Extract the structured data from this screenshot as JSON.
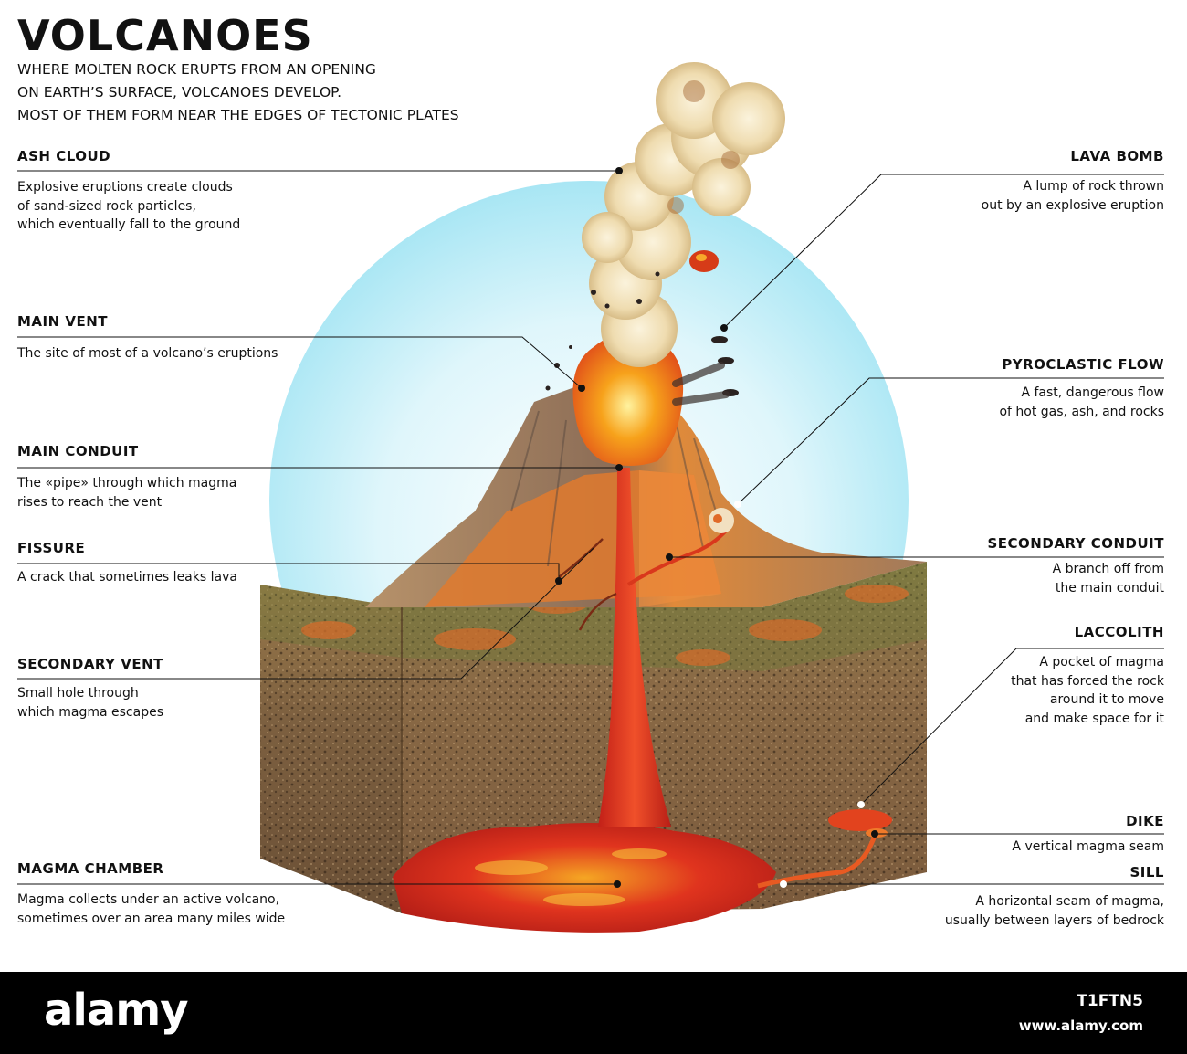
{
  "title": "VOLCANOES",
  "subtitle": [
    "WHERE MOLTEN ROCK ERUPTS FROM AN OPENING",
    "ON EARTH’S SURFACE, VOLCANOES DEVELOP.",
    "MOST OF THEM FORM NEAR THE EDGES OF TECTONIC PLATES"
  ],
  "labels": {
    "ash_cloud": {
      "title": "ASH CLOUD",
      "desc": [
        "Explosive eruptions create clouds",
        "of sand-sized rock particles,",
        "which eventually fall to the ground"
      ]
    },
    "main_vent": {
      "title": "MAIN VENT",
      "desc": [
        "The site of most of a volcano’s eruptions"
      ]
    },
    "main_conduit": {
      "title": "MAIN CONDUIT",
      "desc": [
        "The «pipe» through which magma",
        "rises to reach the vent"
      ]
    },
    "fissure": {
      "title": "FISSURE",
      "desc": [
        "A crack that sometimes leaks lava"
      ]
    },
    "secondary_vent": {
      "title": "SECONDARY VENT",
      "desc": [
        "Small hole through",
        "which magma escapes"
      ]
    },
    "magma_chamber": {
      "title": "MAGMA CHAMBER",
      "desc": [
        "Magma collects under an active volcano,",
        "sometimes over an area many miles wide"
      ]
    },
    "lava_bomb": {
      "title": "LAVA BOMB",
      "desc": [
        "A lump of rock thrown",
        "out by an explosive eruption"
      ]
    },
    "pyroclastic_flow": {
      "title": "PYROCLASTIC FLOW",
      "desc": [
        "A fast, dangerous flow",
        "of hot gas, ash, and rocks"
      ]
    },
    "secondary_conduit": {
      "title": "SECONDARY CONDUIT",
      "desc": [
        "A branch off from",
        "the main conduit"
      ]
    },
    "laccolith": {
      "title": "LACCOLITH",
      "desc": [
        "A pocket of magma",
        "that has forced the rock",
        "around it to move",
        "and make space for it"
      ]
    },
    "dike": {
      "title": "DIKE",
      "desc": [
        "A vertical magma seam"
      ]
    },
    "sill": {
      "title": "SILL",
      "desc": [
        "A horizontal seam of magma,",
        "usually between layers of bedrock"
      ]
    }
  },
  "footer": {
    "brand": "alamy",
    "image_id": "T1FTN5",
    "url": "www.alamy.com"
  },
  "colors": {
    "sky": "#bfeef8",
    "lava": "#e8401c",
    "magma": "#d62a18",
    "rock": "#8b6a44",
    "smoke": "#f1e4c4"
  }
}
